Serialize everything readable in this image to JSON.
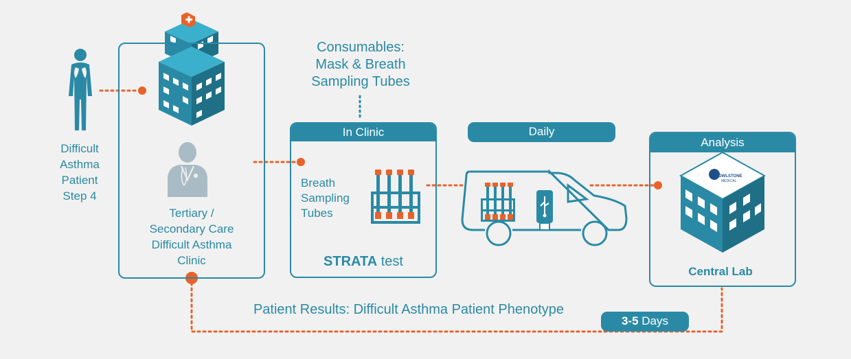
{
  "patient": {
    "label_lines": [
      "Difficult",
      "Asthma",
      "Patient",
      "Step 4"
    ]
  },
  "clinic": {
    "label_lines": [
      "Tertiary /",
      "Secondary Care",
      "Difficult Asthma",
      "Clinic"
    ]
  },
  "consumables": {
    "label_lines": [
      "Consumables:",
      "Mask & Breath",
      "Sampling Tubes"
    ]
  },
  "in_clinic": {
    "header": "In Clinic",
    "tubes_lines": [
      "Breath",
      "Sampling",
      "Tubes"
    ],
    "test_name": "STRATA",
    "test_suffix": " test"
  },
  "transport": {
    "header": "Daily"
  },
  "analysis": {
    "header": "Analysis",
    "lab_label": "Central Lab",
    "logo_top": "OWLSTONE",
    "logo_bottom": "MEDICAL"
  },
  "results": {
    "label": "Patient Results: Difficult Asthma Patient Phenotype",
    "days_bold": "3-5",
    "days_suffix": " Days"
  },
  "colors": {
    "teal": "#2a8aa5",
    "teal_dark": "#1f6f86",
    "orange": "#e8622a",
    "background": "#f1f1f1",
    "grey_icon": "#a9bcc6"
  }
}
